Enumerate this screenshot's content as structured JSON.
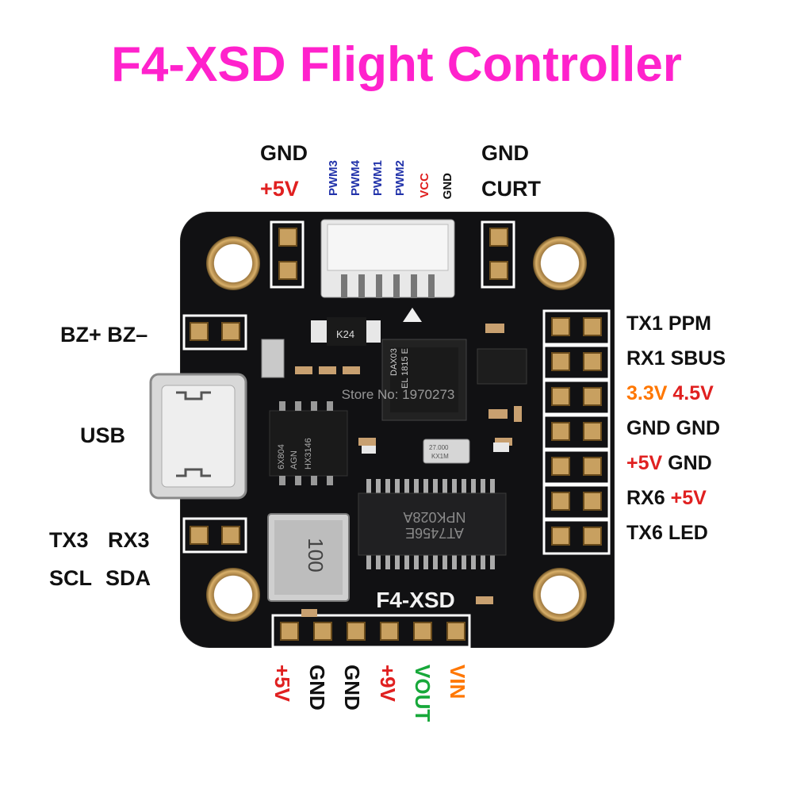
{
  "title": "F4-XSD Flight Controller",
  "top_labels": {
    "left_gnd": "GND",
    "left_5v": "+5V",
    "right_gnd": "GND",
    "right_curt": "CURT",
    "connector_pins": [
      "PWM3",
      "PWM4",
      "PWM1",
      "PWM2",
      "VCC",
      "GND"
    ]
  },
  "left_labels": {
    "buzzer": "BZ+ BZ–",
    "usb": "USB",
    "uart3_tx": "TX3",
    "uart3_rx": "RX3",
    "i2c_scl": "SCL",
    "i2c_sda": "SDA"
  },
  "right_labels": [
    {
      "a": "TX1",
      "b": "PPM",
      "a_color": "black",
      "b_color": "black"
    },
    {
      "a": "RX1",
      "b": "SBUS",
      "a_color": "black",
      "b_color": "black"
    },
    {
      "a": "3.3V",
      "b": "4.5V",
      "a_color": "orange",
      "b_color": "red"
    },
    {
      "a": "GND",
      "b": "GND",
      "a_color": "black",
      "b_color": "black"
    },
    {
      "a": "+5V",
      "b": "GND",
      "a_color": "red",
      "b_color": "black"
    },
    {
      "a": "RX6",
      "b": "+5V",
      "a_color": "black",
      "b_color": "red"
    },
    {
      "a": "TX6",
      "b": "LED",
      "a_color": "black",
      "b_color": "black"
    }
  ],
  "bottom_labels": [
    "+5V",
    "GND",
    "GND",
    "+9V",
    "VOUT",
    "VIN"
  ],
  "board": {
    "silkscreen": "F4-XSD",
    "watermark": "Store No: 1970273",
    "chips": {
      "mosfet": "K24",
      "mcu_small_1": "DAX03",
      "mcu_small_2": "EL 1815 E",
      "soic_1": "6X804",
      "soic_2": "AGN",
      "soic_3": "HX3146",
      "main_chip_1": "AT7456E",
      "main_chip_2": "NPK028A",
      "inductor": "100",
      "crystal_1": "27.000",
      "crystal_2": "KX1M"
    }
  },
  "colors": {
    "title": "#ff22cc",
    "red": "#e02020",
    "orange": "#ff7700",
    "green": "#17a83a",
    "blue": "#2233aa",
    "pcb": "#111113",
    "pad": "#c8a060"
  }
}
